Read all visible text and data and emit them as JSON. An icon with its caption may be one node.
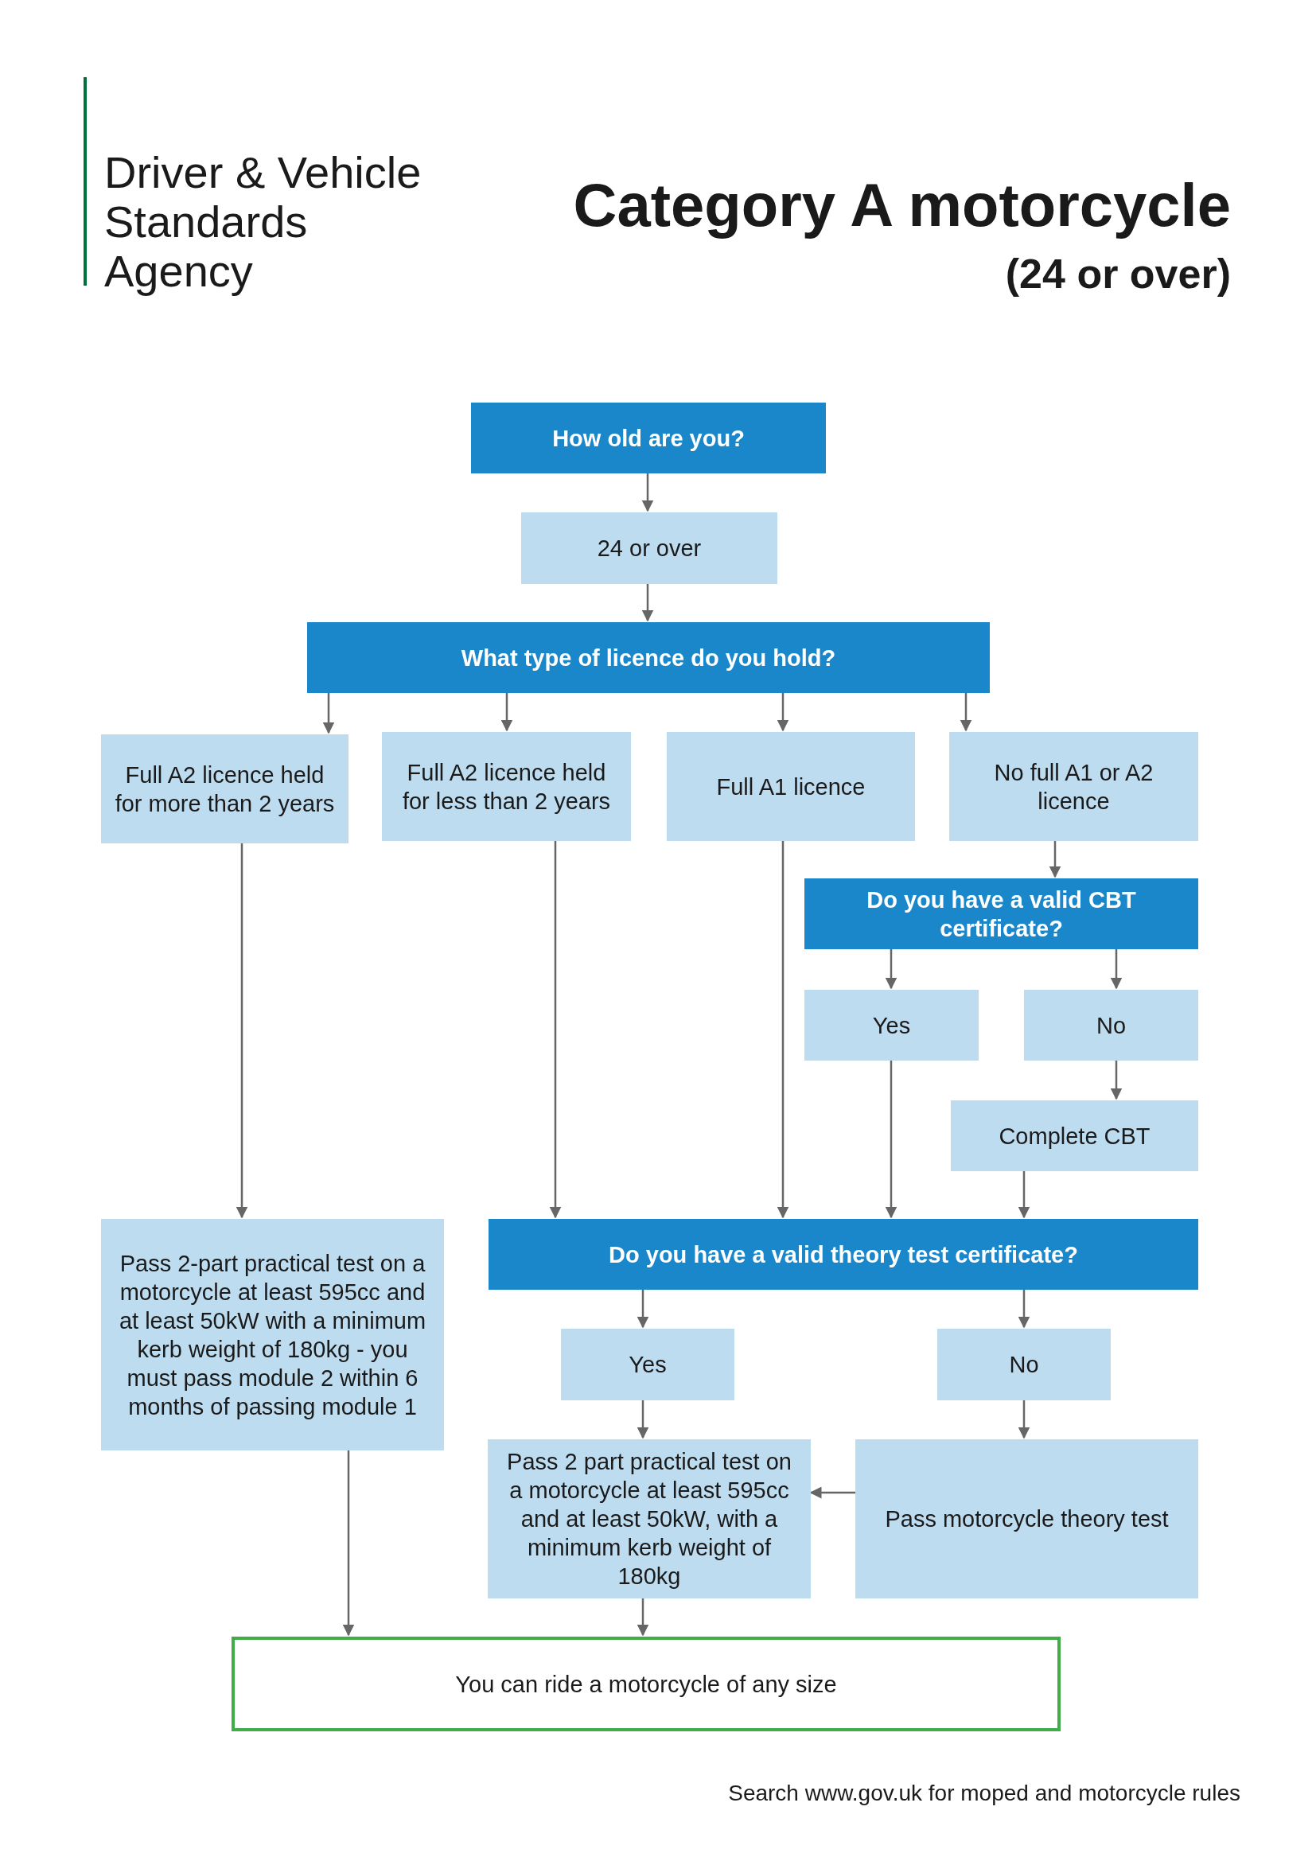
{
  "diagram": {
    "title": "Category A motorcycle",
    "caption": "Search www.gov.uk for moped and motorcycle rules",
    "labels": [
      "Driver & Vehicle Standards Agency",
      "(24 or over)"
    ],
    "nodes": [
      {
        "text": [
          "How old are you?"
        ]
      },
      {
        "text": [
          "24 or over"
        ]
      },
      {
        "text": [
          "What type of licence do you hold?"
        ]
      },
      {
        "text": [
          "Full A2 licence held for more than 2 years"
        ]
      },
      {
        "text": [
          "Full A2 licence held for less than 2 years"
        ]
      },
      {
        "text": [
          "Full A1 licence"
        ]
      },
      {
        "text": [
          "No full A1 or A2 licence"
        ]
      },
      {
        "text": [
          "Do you have a valid CBT certificate?"
        ]
      },
      {
        "text": [
          "Yes"
        ]
      },
      {
        "text": [
          "No"
        ]
      },
      {
        "text": [
          "Complete CBT"
        ]
      },
      {
        "text": [
          "Pass 2-part practical test on a motorcycle at least 595cc and at least 50kW with a minimum kerb weight of 180kg - you must pass module 2 within 6 months of passing module 1"
        ]
      },
      {
        "text": [
          "Do you have a valid theory test certificate?"
        ]
      },
      {
        "text": [
          "Yes"
        ]
      },
      {
        "text": [
          "No"
        ]
      },
      {
        "text": [
          "Pass 2 part practical test on a motorcycle at least 595cc and at least 50kW, with a minimum kerb weight of 180kg"
        ]
      },
      {
        "text": [
          "Pass motorcycle theory test"
        ]
      },
      {
        "text": [
          "You can ride a motorcycle of any size"
        ]
      }
    ],
    "edges": [
      {
        "from": 0,
        "to": 1,
        "arrow": "to"
      },
      {
        "from": 1,
        "to": 2,
        "arrow": "to"
      },
      {
        "from": 2,
        "to": 3,
        "arrow": "to"
      },
      {
        "from": 2,
        "to": 4,
        "arrow": "to"
      },
      {
        "from": 2,
        "to": 5,
        "arrow": "to"
      },
      {
        "from": 2,
        "to": 6,
        "arrow": "to"
      },
      {
        "from": 6,
        "to": 7,
        "arrow": "to"
      },
      {
        "from": 7,
        "to": 8,
        "arrow": "to"
      },
      {
        "from": 7,
        "to": 9,
        "arrow": "to"
      },
      {
        "from": 9,
        "to": 10,
        "arrow": "to"
      },
      {
        "from": 3,
        "to": 11,
        "arrow": "to"
      },
      {
        "from": 4,
        "to": 12,
        "arrow": "to"
      },
      {
        "from": 5,
        "to": 12,
        "arrow": "to"
      },
      {
        "from": 8,
        "to": 12,
        "arrow": "to"
      },
      {
        "from": 10,
        "to": 12,
        "arrow": "to"
      },
      {
        "from": 12,
        "to": 13,
        "arrow": "to"
      },
      {
        "from": 12,
        "to": 14,
        "arrow": "to"
      },
      {
        "from": 13,
        "to": 15,
        "arrow": "to"
      },
      {
        "from": 14,
        "to": 16,
        "arrow": "to"
      },
      {
        "from": 16,
        "to": 15,
        "arrow": "to"
      },
      {
        "from": 11,
        "to": 17,
        "arrow": "to"
      },
      {
        "from": 15,
        "to": 17,
        "arrow": "to"
      }
    ]
  }
}
